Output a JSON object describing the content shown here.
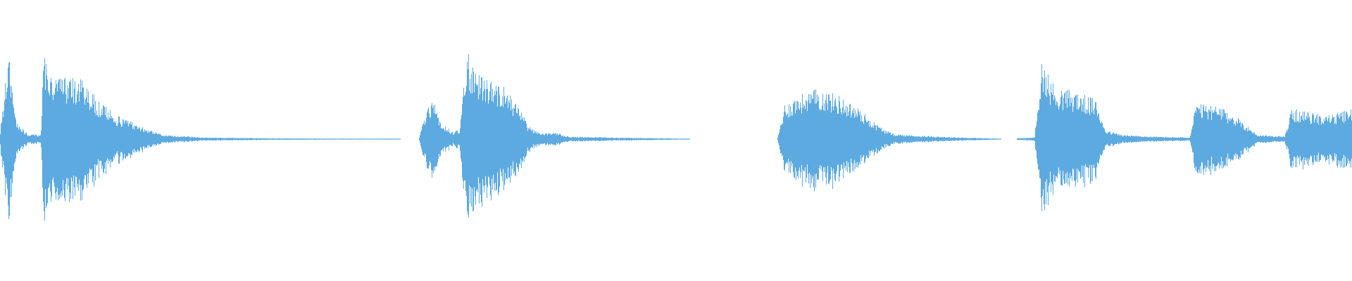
{
  "waveform": {
    "color": "#5DAAE0",
    "background": "#FFFFFF",
    "segments": [
      {
        "name": "segment-1",
        "start": 0.0,
        "end": 0.296,
        "envelope": [
          [
            0.0,
            0.1
          ],
          [
            0.006,
            1.0
          ],
          [
            0.012,
            0.2
          ],
          [
            0.02,
            0.06
          ],
          [
            0.03,
            0.05
          ],
          [
            0.032,
            0.95
          ],
          [
            0.04,
            0.72
          ],
          [
            0.06,
            0.68
          ],
          [
            0.072,
            0.45
          ],
          [
            0.085,
            0.28
          ],
          [
            0.1,
            0.18
          ],
          [
            0.12,
            0.05
          ],
          [
            0.15,
            0.02
          ],
          [
            0.2,
            0.01
          ],
          [
            0.25,
            0.006
          ],
          [
            0.296,
            0.004
          ]
        ]
      },
      {
        "name": "segment-2",
        "start": 0.31,
        "end": 0.51,
        "envelope": [
          [
            0.31,
            0.02
          ],
          [
            0.315,
            0.35
          ],
          [
            0.32,
            0.5
          ],
          [
            0.325,
            0.2
          ],
          [
            0.335,
            0.08
          ],
          [
            0.34,
            0.12
          ],
          [
            0.345,
            1.0
          ],
          [
            0.355,
            0.72
          ],
          [
            0.37,
            0.65
          ],
          [
            0.385,
            0.35
          ],
          [
            0.39,
            0.15
          ],
          [
            0.4,
            0.06
          ],
          [
            0.41,
            0.08
          ],
          [
            0.42,
            0.03
          ],
          [
            0.45,
            0.02
          ],
          [
            0.49,
            0.01
          ],
          [
            0.51,
            0.004
          ]
        ]
      },
      {
        "name": "segment-3",
        "start": 0.575,
        "end": 0.74,
        "envelope": [
          [
            0.575,
            0.02
          ],
          [
            0.58,
            0.4
          ],
          [
            0.59,
            0.5
          ],
          [
            0.605,
            0.58
          ],
          [
            0.62,
            0.5
          ],
          [
            0.635,
            0.35
          ],
          [
            0.65,
            0.15
          ],
          [
            0.66,
            0.06
          ],
          [
            0.68,
            0.04
          ],
          [
            0.71,
            0.02
          ],
          [
            0.74,
            0.005
          ]
        ]
      },
      {
        "name": "segment-4",
        "start": 0.752,
        "end": 1.0,
        "envelope": [
          [
            0.752,
            0.01
          ],
          [
            0.765,
            0.02
          ],
          [
            0.77,
            0.9
          ],
          [
            0.78,
            0.6
          ],
          [
            0.795,
            0.55
          ],
          [
            0.81,
            0.45
          ],
          [
            0.818,
            0.1
          ],
          [
            0.83,
            0.05
          ],
          [
            0.85,
            0.03
          ],
          [
            0.88,
            0.02
          ],
          [
            0.884,
            0.4
          ],
          [
            0.9,
            0.38
          ],
          [
            0.915,
            0.25
          ],
          [
            0.93,
            0.05
          ],
          [
            0.95,
            0.03
          ],
          [
            0.955,
            0.35
          ],
          [
            0.97,
            0.3
          ],
          [
            0.985,
            0.28
          ],
          [
            1.0,
            0.35
          ]
        ]
      }
    ]
  }
}
